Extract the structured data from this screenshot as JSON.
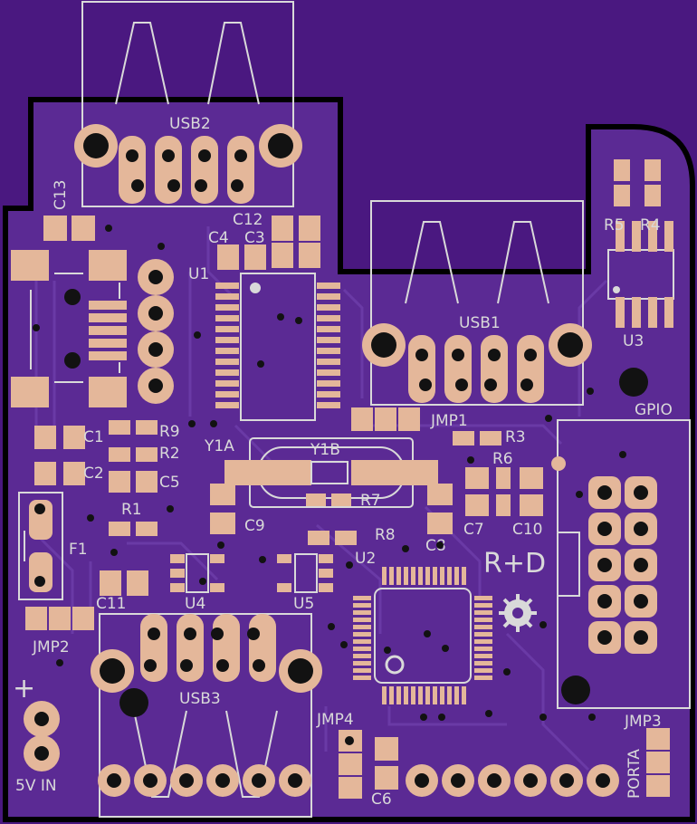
{
  "board": {
    "colors": {
      "background": "#4a1880",
      "board": "#5b2a94",
      "outline": "#000000",
      "copper": "#e4b79a",
      "silkscreen": "#d9d9d9",
      "trace": "#6a3aa6"
    }
  },
  "labels": {
    "usb2": "USB2",
    "usb1": "USB1",
    "usb3": "USB3",
    "u1": "U1",
    "u2": "U2",
    "u3": "U3",
    "u4": "U4",
    "u5": "U5",
    "c1": "C1",
    "c2": "C2",
    "c3": "C3",
    "c4": "C4",
    "c5": "C5",
    "c6": "C6",
    "c7": "C7",
    "c8": "C8",
    "c9": "C9",
    "c10": "C10",
    "c11": "C11",
    "c12": "C12",
    "c13": "C13",
    "r1": "R1",
    "r2": "R2",
    "r3": "R3",
    "r4": "R4",
    "r5": "R5",
    "r6": "R6",
    "r7": "R7",
    "r8": "R8",
    "r9": "R9",
    "y1a": "Y1A",
    "y1b": "Y1B",
    "f1": "F1",
    "jmp1": "JMP1",
    "jmp2": "JMP2",
    "jmp3": "JMP3",
    "jmp4": "JMP4",
    "gpio": "GPIO",
    "porta": "PORTA",
    "plus": "+",
    "power_in": "5V IN",
    "logo": "R+D"
  }
}
